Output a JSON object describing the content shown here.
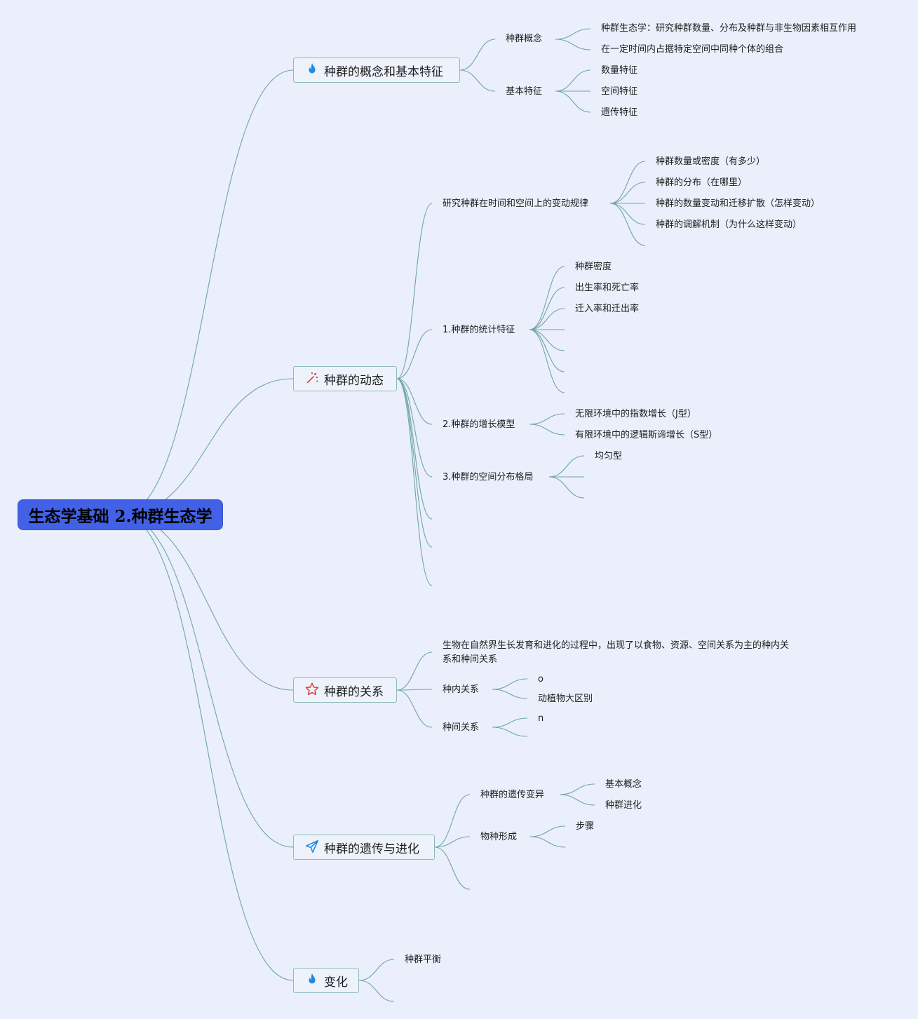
{
  "root": {
    "title": "生态学基础 2.种群生态学"
  },
  "icons": {
    "flame_color": "#1e8ae8",
    "star_color": "#e23b3b",
    "sparkle_color": "#e23b3b",
    "plane_color": "#1e8ae8",
    "line_color": "#6fa6a4",
    "root_color": "#4261e6"
  },
  "topics": [
    {
      "label": "种群的概念和基本特征",
      "icon": "flame-icon",
      "children": [
        {
          "label": "种群概念",
          "children": [
            {
              "label": "种群生态学：研究种群数量、分布及种群与非生物因素相互作用"
            },
            {
              "label": "在一定时间内占据特定空间中同种个体的组合"
            }
          ]
        },
        {
          "label": "基本特征",
          "children": [
            {
              "label": "数量特征"
            },
            {
              "label": "空间特征"
            },
            {
              "label": "遗传特征"
            }
          ]
        }
      ]
    },
    {
      "label": "种群的动态",
      "icon": "sparkle-icon",
      "children": [
        {
          "label": "研究种群在时间和空间上的变动规律",
          "children": [
            {
              "label": "种群数量或密度（有多少）"
            },
            {
              "label": "种群的分布（在哪里）"
            },
            {
              "label": "种群的数量变动和迁移扩散（怎样变动）"
            },
            {
              "label": "种群的调解机制（为什么这样变动）"
            }
          ]
        },
        {
          "label": "1.种群的统计特征",
          "children": [
            {
              "label": "种群密度"
            },
            {
              "label": "出生率和死亡率"
            },
            {
              "label": "迁入率和迁出率"
            }
          ]
        },
        {
          "label": "2.种群的增长模型",
          "children": [
            {
              "label": "无限环境中的指数增长（J型）"
            },
            {
              "label": "有限环境中的逻辑斯谛增长（S型）"
            }
          ]
        },
        {
          "label": "3.种群的空间分布格局",
          "children": [
            {
              "label": "均匀型"
            }
          ]
        }
      ]
    },
    {
      "label": "种群的关系",
      "icon": "star-icon",
      "children": [
        {
          "label": "生物在自然界生长发育和进化的过程中，出现了以食物、资源、空间关系为主的种内关系和种间关系"
        },
        {
          "label": "种内关系",
          "children": [
            {
              "label": "o"
            },
            {
              "label": "动植物大区别"
            }
          ]
        },
        {
          "label": "种间关系",
          "children": [
            {
              "label": "n"
            }
          ]
        }
      ]
    },
    {
      "label": "种群的遗传与进化",
      "icon": "paper-plane-icon",
      "children": [
        {
          "label": "种群的遗传变异",
          "children": [
            {
              "label": "基本概念"
            },
            {
              "label": "种群进化"
            }
          ]
        },
        {
          "label": "物种形成",
          "children": [
            {
              "label": "步骤"
            }
          ]
        }
      ]
    },
    {
      "label": "变化",
      "icon": "flame-icon",
      "children": [
        {
          "label": "种群平衡"
        }
      ]
    }
  ]
}
